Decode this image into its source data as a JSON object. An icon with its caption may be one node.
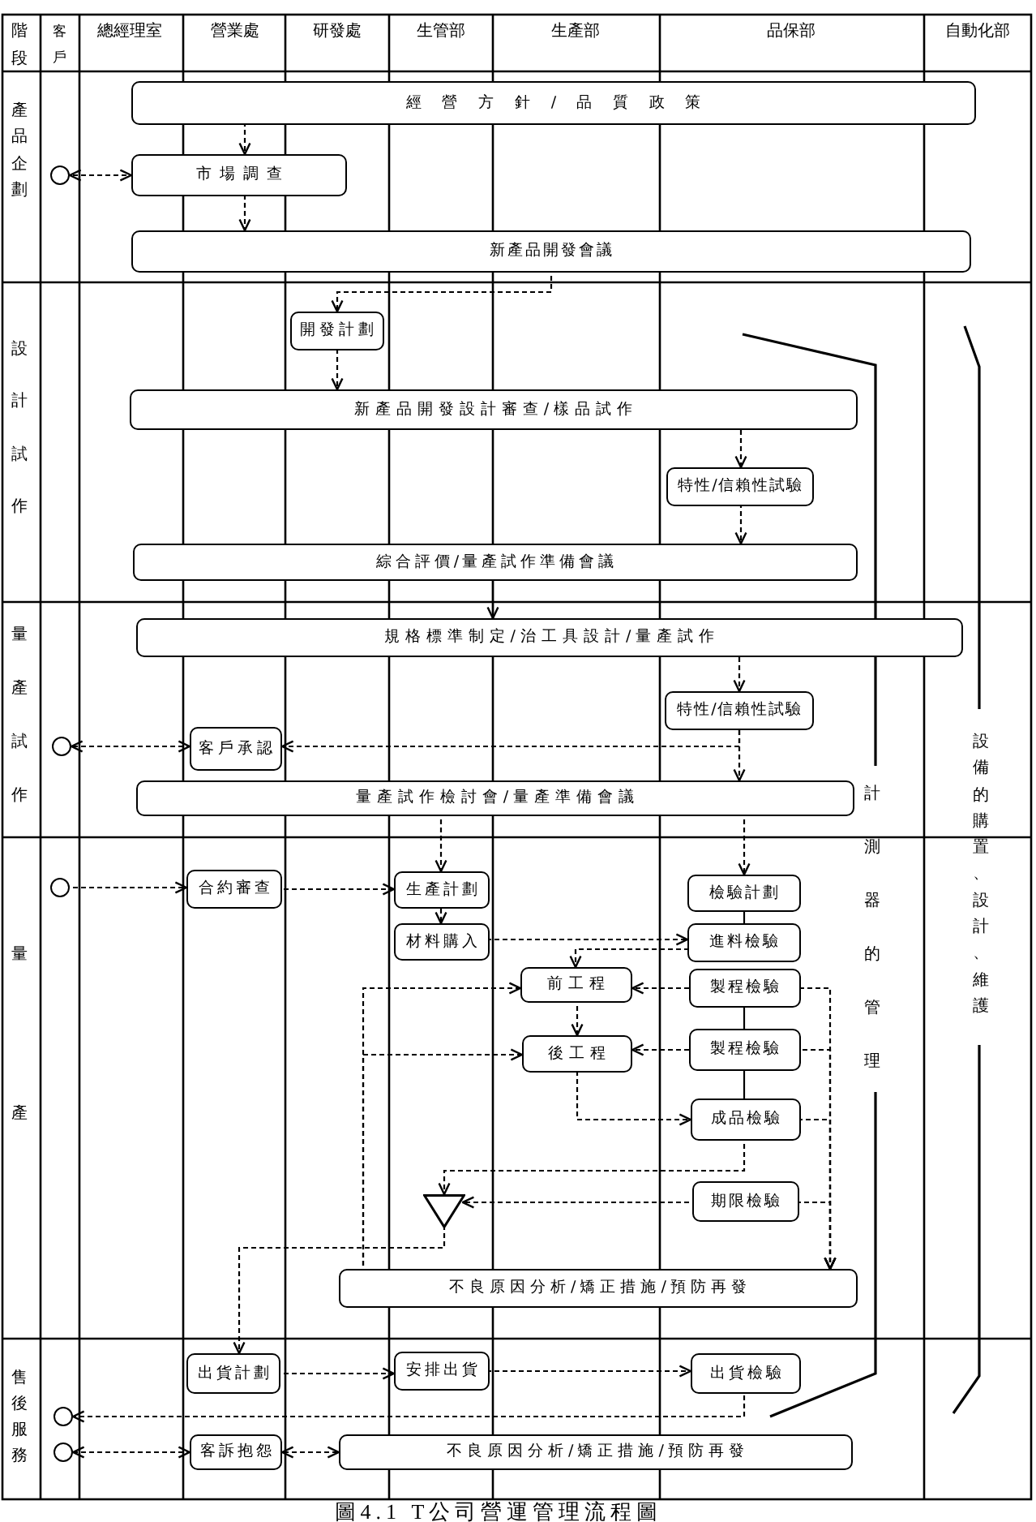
{
  "diagram": {
    "caption": "圖4.1 T公司營運管理流程圖",
    "nodes": [
      {
        "text": [
          "經營方針/品質政策"
        ]
      },
      {
        "text": [],
        "shape": "circle"
      },
      {
        "text": [
          "市場調查"
        ]
      },
      {
        "text": [
          "新產品開發會議"
        ]
      },
      {
        "text": [
          "開發計劃"
        ]
      },
      {
        "text": [
          "新產品開發設計審查/樣品試作"
        ]
      },
      {
        "text": [
          "特性/信賴性試驗"
        ]
      },
      {
        "text": [
          "綜合評價/量產試作準備會議"
        ]
      },
      {
        "text": [
          "規格標準制定/治工具設計/量產試作"
        ]
      },
      {
        "text": [
          "特性/信賴性試驗"
        ]
      },
      {
        "text": [],
        "shape": "circle"
      },
      {
        "text": [
          "客戶承認"
        ]
      },
      {
        "text": [
          "量產試作檢討會/量產準備會議"
        ]
      },
      {
        "text": [],
        "shape": "circle"
      },
      {
        "text": [
          "合約審查"
        ]
      },
      {
        "text": [
          "生產計劃"
        ]
      },
      {
        "text": [
          "檢驗計劃"
        ]
      },
      {
        "text": [
          "材料購入"
        ]
      },
      {
        "text": [
          "進料檢驗"
        ]
      },
      {
        "text": [
          "前工程"
        ]
      },
      {
        "text": [
          "製程檢驗"
        ]
      },
      {
        "text": [
          "後工程"
        ]
      },
      {
        "text": [
          "製程檢驗"
        ]
      },
      {
        "text": [
          "成品檢驗"
        ]
      },
      {
        "text": [],
        "shape": "triangle"
      },
      {
        "text": [
          "期限檢驗"
        ]
      },
      {
        "text": [
          "不良原因分析/矯正措施/預防再發"
        ]
      },
      {
        "text": [
          "出貨計劃"
        ]
      },
      {
        "text": [
          "安排出貨"
        ]
      },
      {
        "text": [
          "出貨檢驗"
        ]
      },
      {
        "text": [],
        "shape": "circle"
      },
      {
        "text": [],
        "shape": "circle"
      },
      {
        "text": [
          "客訴抱怨"
        ]
      },
      {
        "text": [
          "不良原因分析/矯正措施/預防再發"
        ]
      }
    ],
    "edges": [
      {
        "from": 0,
        "to": 2,
        "arrow": "to",
        "style": "dashed"
      },
      {
        "from": 1,
        "to": 2,
        "arrow": "both",
        "style": "dashed"
      },
      {
        "from": 2,
        "to": 3,
        "arrow": "to",
        "style": "dashed"
      },
      {
        "from": 3,
        "to": 4,
        "arrow": "to",
        "style": "dashed"
      },
      {
        "from": 4,
        "to": 5,
        "arrow": "to",
        "style": "dashed"
      },
      {
        "from": 5,
        "to": 6,
        "arrow": "to",
        "style": "dashed"
      },
      {
        "from": 6,
        "to": 7,
        "arrow": "to",
        "style": "dashed"
      },
      {
        "from": 7,
        "to": 8,
        "arrow": "to"
      },
      {
        "from": 8,
        "to": 9,
        "arrow": "to",
        "style": "dashed"
      },
      {
        "from": 9,
        "to": 12,
        "arrow": "to",
        "style": "dashed"
      },
      {
        "from": 9,
        "to": 11,
        "arrow": "to",
        "style": "dashed"
      },
      {
        "from": 10,
        "to": 11,
        "arrow": "both",
        "style": "dashed"
      },
      {
        "from": 12,
        "to": 15,
        "arrow": "to",
        "style": "dashed"
      },
      {
        "from": 12,
        "to": 16,
        "arrow": "to",
        "style": "dashed"
      },
      {
        "from": 13,
        "to": 14,
        "arrow": "to",
        "style": "dashed"
      },
      {
        "from": 14,
        "to": 15,
        "arrow": "to",
        "style": "dashed"
      },
      {
        "from": 15,
        "to": 17,
        "arrow": "to",
        "style": "dashed"
      },
      {
        "from": 17,
        "to": 18,
        "arrow": "to",
        "style": "dashed"
      },
      {
        "from": 16,
        "to": 18,
        "arrow": "none"
      },
      {
        "from": 18,
        "to": 19,
        "arrow": "to",
        "style": "dashed"
      },
      {
        "from": 20,
        "to": 19,
        "arrow": "to",
        "style": "dashed"
      },
      {
        "from": 19,
        "to": 21,
        "arrow": "to",
        "style": "dashed"
      },
      {
        "from": 20,
        "to": 22,
        "arrow": "none"
      },
      {
        "from": 22,
        "to": 21,
        "arrow": "to",
        "style": "dashed"
      },
      {
        "from": 21,
        "to": 23,
        "arrow": "to",
        "style": "dashed"
      },
      {
        "from": 22,
        "to": 23,
        "arrow": "none"
      },
      {
        "from": 23,
        "to": 24,
        "arrow": "to",
        "style": "dashed"
      },
      {
        "from": 25,
        "to": 24,
        "arrow": "to",
        "style": "dashed"
      },
      {
        "from": 20,
        "to": 26,
        "arrow": "to",
        "style": "dashed"
      },
      {
        "from": 22,
        "to": 26,
        "arrow": "to",
        "style": "dashed"
      },
      {
        "from": 23,
        "to": 26,
        "arrow": "to",
        "style": "dashed"
      },
      {
        "from": 25,
        "to": 26,
        "arrow": "to",
        "style": "dashed"
      },
      {
        "from": 26,
        "to": 19,
        "arrow": "to",
        "style": "dashed"
      },
      {
        "from": 26,
        "to": 21,
        "arrow": "to",
        "style": "dashed"
      },
      {
        "from": 24,
        "to": 27,
        "arrow": "to",
        "style": "dashed"
      },
      {
        "from": 27,
        "to": 28,
        "arrow": "to",
        "style": "dashed"
      },
      {
        "from": 28,
        "to": 29,
        "arrow": "to",
        "style": "dashed"
      },
      {
        "from": 29,
        "to": 30,
        "arrow": "to",
        "style": "dashed"
      },
      {
        "from": 31,
        "to": 32,
        "arrow": "both",
        "style": "dashed"
      },
      {
        "from": 32,
        "to": 33,
        "arrow": "both",
        "style": "dashed"
      }
    ],
    "labels": [
      "階段",
      "客戶",
      "總經理室",
      "營業處",
      "研發處",
      "生管部",
      "生產部",
      "品保部",
      "自動化部",
      "產品企劃",
      "設計試作",
      "量產試作",
      "量產",
      "售後服務",
      "計測器的管理",
      "設備的購置、設計、維護"
    ]
  }
}
